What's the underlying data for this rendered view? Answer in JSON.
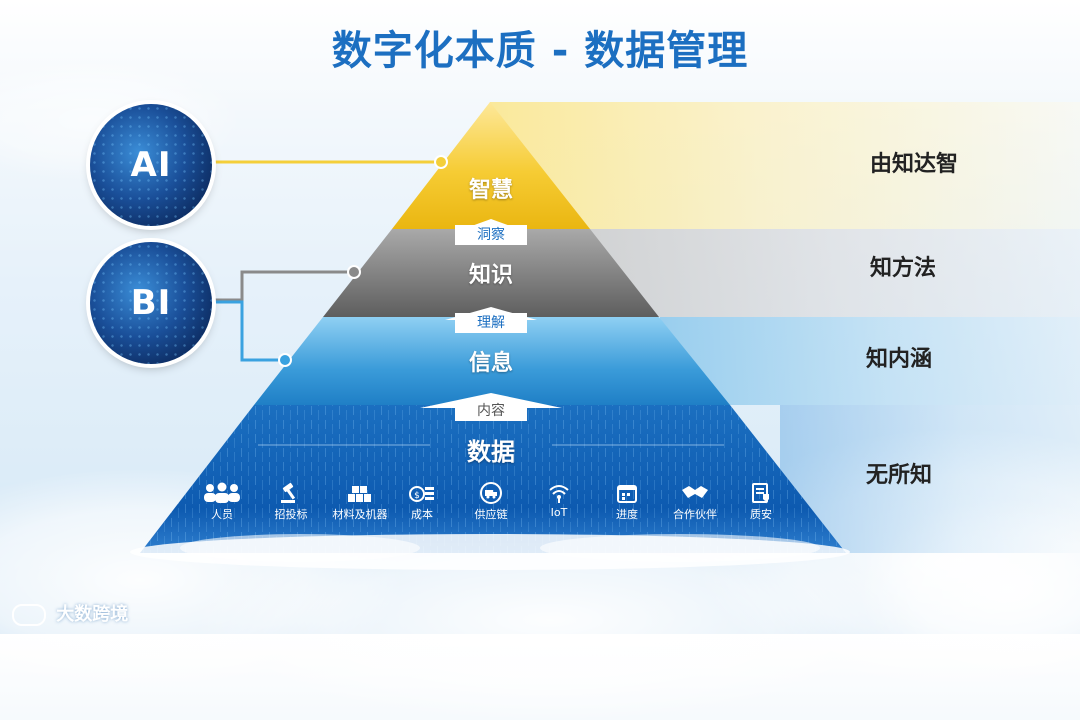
{
  "title": "数字化本质 - 数据管理",
  "layers": {
    "wisdom": {
      "label": "智慧",
      "description": "由知达智"
    },
    "knowledge": {
      "label": "知识",
      "description": "知方法"
    },
    "information": {
      "label": "信息",
      "description": "知内涵"
    },
    "data": {
      "label": "数据",
      "description": "无所知"
    }
  },
  "connectors": {
    "insight": "洞察",
    "understanding": "理解",
    "content": "内容"
  },
  "badges": {
    "ai": "AI",
    "bi": "BI"
  },
  "data_items": [
    {
      "label": "人员",
      "icon": "people-icon"
    },
    {
      "label": "招投标",
      "icon": "gavel-icon"
    },
    {
      "label": "材料及机器",
      "icon": "materials-icon"
    },
    {
      "label": "成本",
      "icon": "coins-icon"
    },
    {
      "label": "供应链",
      "icon": "truck-icon"
    },
    {
      "label": "IoT",
      "icon": "wifi-icon"
    },
    {
      "label": "进度",
      "icon": "calendar-icon"
    },
    {
      "label": "合作伙伴",
      "icon": "handshake-icon"
    },
    {
      "label": "质安",
      "icon": "shield-doc-icon"
    }
  ],
  "watermark": "大数跨境",
  "colors": {
    "title": "#1c6fc1",
    "wisdom": "#f3c320",
    "knowledge": "#7d7d7d",
    "information": "#3a9bd9",
    "data": "#0f5aa8"
  }
}
